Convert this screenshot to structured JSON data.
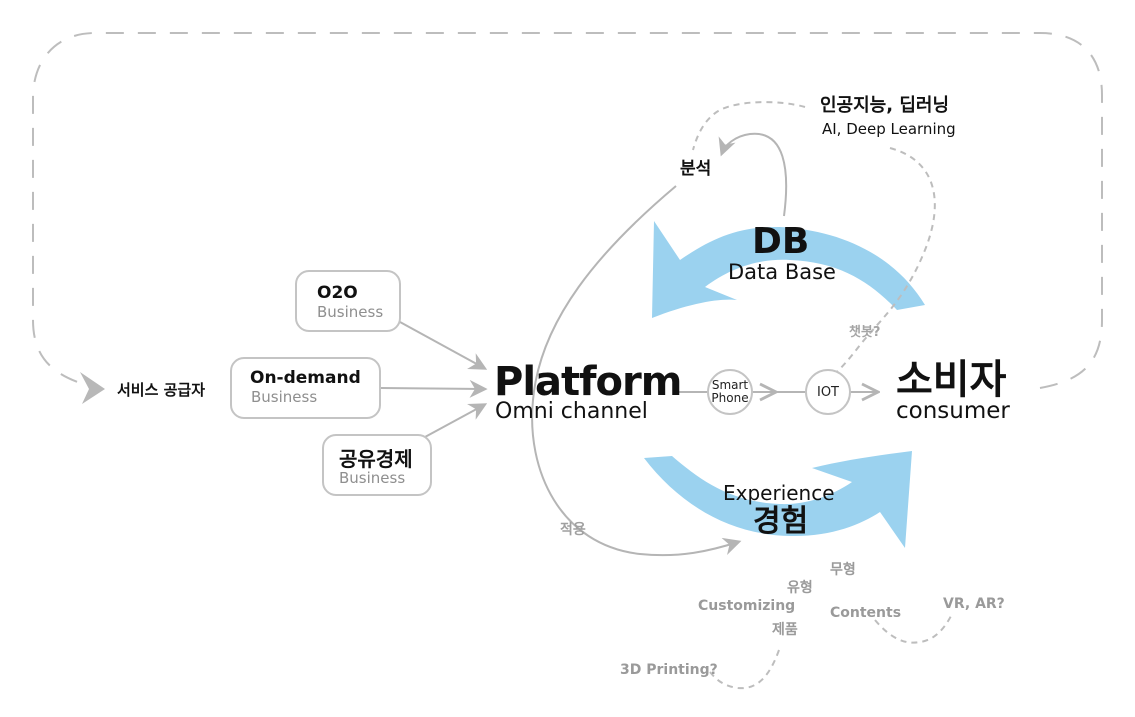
{
  "diagram": {
    "colors": {
      "accent_arrow": "#9bd2ef",
      "connector": "#b5b5b5",
      "dashed": "#bdbdbd",
      "muted_text": "#9a9a9a",
      "dark_text": "#111111"
    },
    "provider": {
      "label": "서비스 공급자"
    },
    "businesses": [
      {
        "title": "O2O",
        "subtitle": "Business"
      },
      {
        "title": "On-demand",
        "subtitle": "Business"
      },
      {
        "title": "공유경제",
        "subtitle": "Business"
      }
    ],
    "platform": {
      "title": "Platform",
      "subtitle": "Omni channel"
    },
    "channels": [
      {
        "label_line1": "Smart",
        "label_line2": "Phone"
      },
      {
        "label_line1": "IOT"
      }
    ],
    "consumer": {
      "title": "소비자",
      "subtitle": "consumer"
    },
    "db": {
      "title": "DB",
      "subtitle": "Data Base"
    },
    "experience": {
      "title": "경험",
      "subtitle": "Experience"
    },
    "analysis": {
      "label": "분석"
    },
    "apply": {
      "label": "적용"
    },
    "ai": {
      "title": "인공지능, 딥러닝",
      "subtitle": "AI, Deep Learning"
    },
    "chatbot": {
      "label": "챗봇?"
    },
    "experience_types": {
      "intangible": "무형",
      "tangible": "유형",
      "customizing": "Customizing",
      "product": "제품",
      "contents": "Contents",
      "vr_ar": "VR, AR?",
      "printing": "3D Printing?"
    }
  }
}
